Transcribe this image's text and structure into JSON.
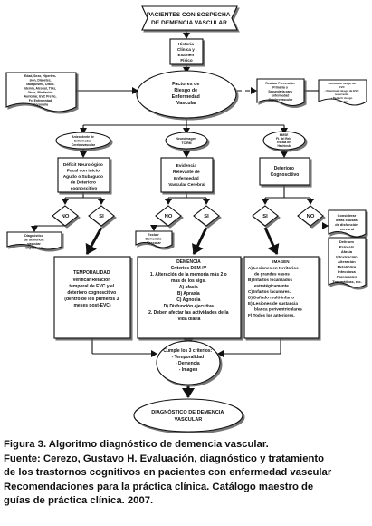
{
  "nodes": {
    "start": [
      "PACIENTES CON SOSPECHA",
      "DE DEMENCIA VASCULAR"
    ],
    "history": [
      "Historia",
      "Clínica y",
      "Examen",
      "Físico"
    ],
    "risk_list": [
      "Edad, Sexo, Hiperten-",
      "sión, Diabetes,",
      "Tabaquismo, Dislip-",
      "idemia, Alcohol, TIAs,",
      "Otras, Fibrilación",
      "Auricular, EVC Previo,",
      "Fx. Enfermedad",
      "Coronaria"
    ],
    "risk_factors": [
      "Factores de",
      "Riesgo de",
      "Enfermedad",
      "Vascular"
    ],
    "prevention": [
      "Realizar Prevención",
      "Primaria o",
      "Secundaria para",
      "Enfermedad",
      "Cerebrovascular"
    ],
    "prevention_note": [
      "• Modificar riesgo de",
      "EVC",
      "• Disminuir riesgo de EVC",
      "recurrente",
      "• Reducir riesgo",
      "vascular"
    ],
    "q_left": [
      "Antecedente de",
      "Enfermedad",
      "Cerebrovascular"
    ],
    "q_mid": [
      "Neuroimagen",
      "TC/RM"
    ],
    "q_right": [
      "MMSE",
      "Ft. del Relo",
      "Escala de",
      "Hachinski"
    ],
    "deficit": [
      "Déficit Neurológico",
      "Focal con Inicio",
      "Agudo o Subagudo",
      "de Deterioro",
      "cognoscitivo"
    ],
    "evidence": [
      "Evidencia",
      "Relevante de",
      "Enfermedad",
      "Vascular Cerebral"
    ],
    "cognitive": [
      "Deterioro",
      "Cognoscitivo"
    ],
    "no": "NO",
    "yes": "SI",
    "diag_left": [
      "Diagnóstico",
      "de demencia",
      "vascular",
      "improbable"
    ],
    "excluir": [
      "Excluir",
      "Demencia",
      "Vascular"
    ],
    "other_causes": [
      "Considerar",
      "otras causas",
      "de disfunción",
      "cerebral"
    ],
    "causes_list": [
      "Delirium",
      "Psicosis",
      "Afasia",
      "Intoxicación",
      "Alteración",
      "Metabólica",
      "Infecciosa",
      "Carenciales",
      "Traumáticas, etc."
    ],
    "temporalidad": [
      "TEMPORALIDAD",
      "Verificar Relación",
      "temporal de EVC y el",
      "deterioro cognoscitivo",
      "(dentro de los primeros 3",
      "meses post-EVC)"
    ],
    "demencia": [
      "DEMENCIA",
      "Criterios DSM-IV",
      "1. Alteración de la memoria más 2 o",
      "mas de los sigs.",
      "A) afasia",
      "B) Apraxia",
      "C) Agnosia",
      "D) Disfunción ejecutiva",
      "2. Deben afectar las actividades de la",
      "vida diaria"
    ],
    "imagen": [
      "IMAGEN",
      "A) Lesiones en territorios",
      "de grandes vasos",
      "B) Infartos localizados",
      "estratégicamente",
      "C) Infartos lacunares.",
      "D) Dañado multi-infarto",
      "E) Lesiones de sustancia",
      "blanca periventriculares",
      "F) Todos los anteriores."
    ],
    "criteria": [
      "Cumple los 3 criterios:",
      "- Temporalidad",
      "- Demencia",
      "- Imagen"
    ],
    "final": [
      "DIAGNÓSTICO DE DEMENCIA",
      "VASCULAR"
    ]
  },
  "caption": {
    "line1": "Figura 3. Algoritmo diagnóstico de demencia vascular.",
    "line2": "Fuente: Cerezo, Gustavo H. Evaluación, diagnóstico y tratamiento",
    "line3": "de los trastornos cognitivos en pacientes con enfermedad vascular",
    "line4": "Recomendaciones para la práctica clínica. Catálogo maestro de",
    "line5": "guías de práctica clínica. 2007."
  }
}
